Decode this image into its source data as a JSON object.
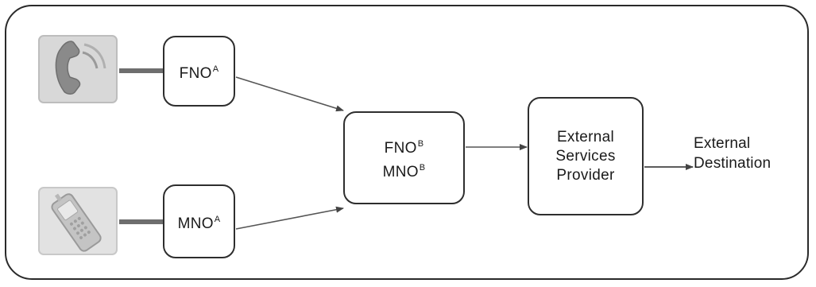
{
  "fno_a": {
    "base": "FNO",
    "sup": "A"
  },
  "mno_a": {
    "base": "MNO",
    "sup": "A"
  },
  "b": {
    "line1_base": "FNO",
    "line1_sup": "B",
    "line2_base": "MNO",
    "line2_sup": "B"
  },
  "esp": {
    "line1": "External",
    "line2": "Services",
    "line3": "Provider"
  },
  "destination": {
    "line1": "External",
    "line2": "Destination"
  },
  "icons": {
    "fixed": "telephone-handset-icon",
    "mobile": "mobile-phone-icon"
  }
}
